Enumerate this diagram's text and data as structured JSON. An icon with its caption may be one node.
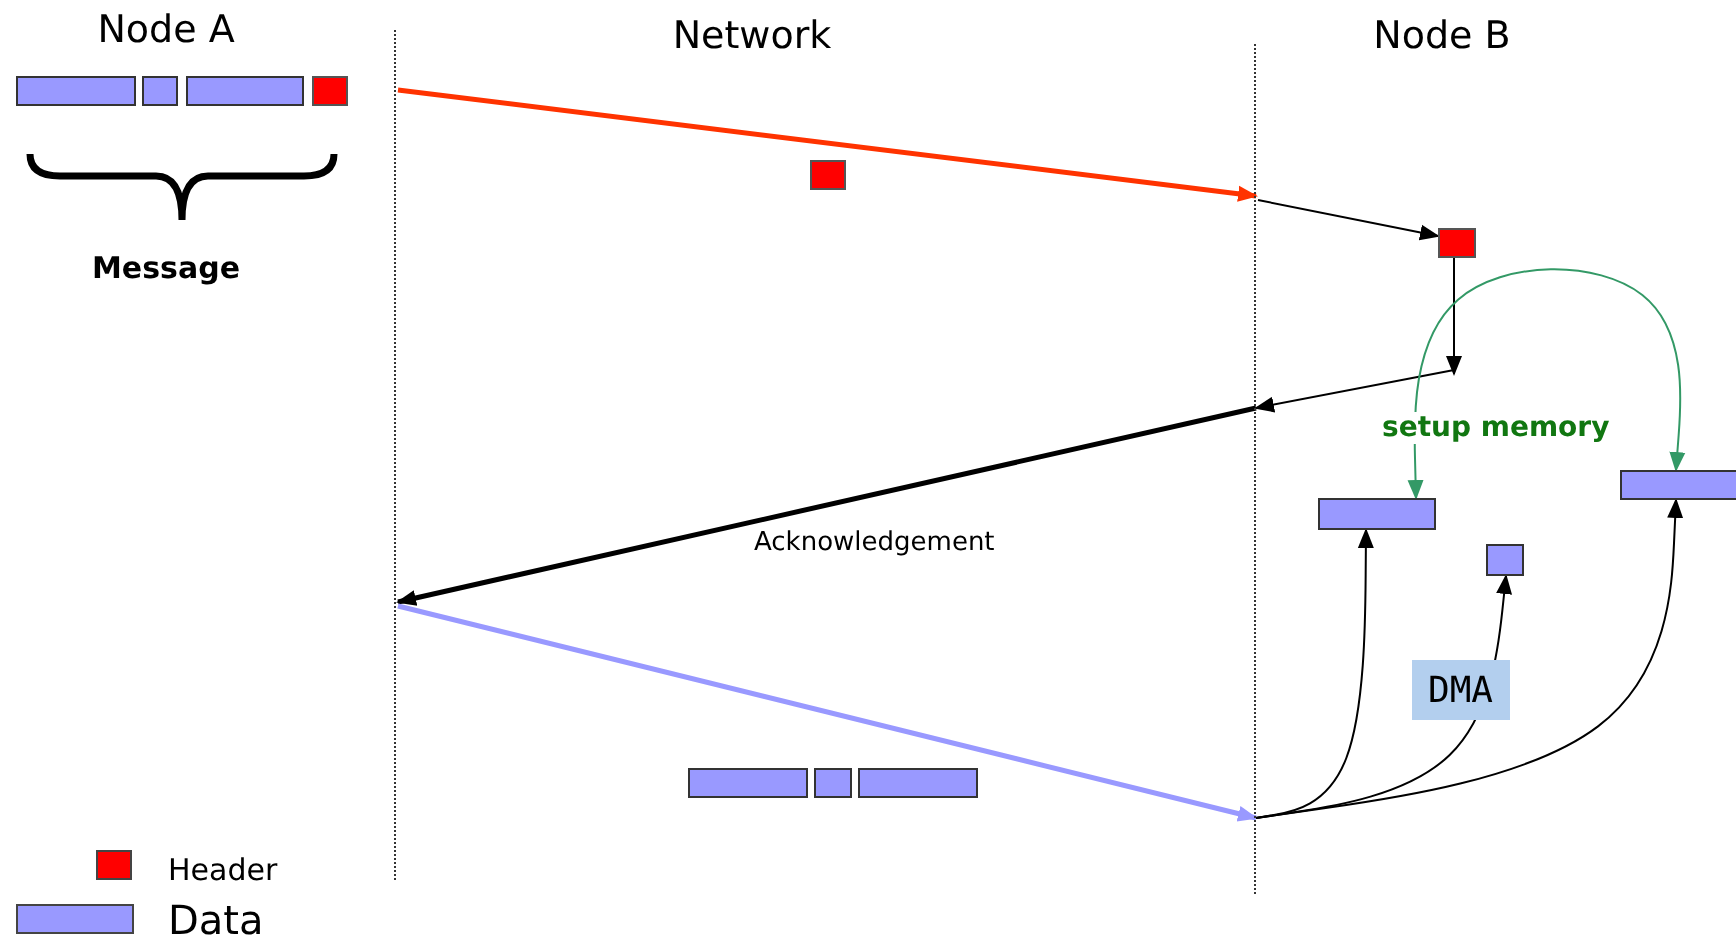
{
  "diagram": {
    "nodes": [
      {
        "text": [],
        "shape": "bar"
      },
      {
        "text": [],
        "shape": "bar"
      },
      {
        "text": [],
        "shape": "bar"
      },
      {
        "text": [],
        "shape": "box"
      },
      {
        "text": [],
        "shape": "line"
      },
      {
        "text": [],
        "shape": "box"
      },
      {
        "text": [],
        "shape": "line"
      },
      {
        "text": [],
        "shape": "box"
      },
      {
        "text": [],
        "shape": "bar"
      },
      {
        "text": [],
        "shape": "bar"
      },
      {
        "text": [],
        "shape": "bar"
      },
      {
        "text": [],
        "shape": "bar"
      },
      {
        "text": [],
        "shape": "bar"
      },
      {
        "text": [],
        "shape": "bar"
      }
    ],
    "edges": [
      {
        "from": 4,
        "to": 6,
        "arrow": "to",
        "style": "thick",
        "color": "#ff3300"
      },
      {
        "from": 6,
        "to": 7,
        "arrow": "to"
      },
      {
        "from": 7,
        "to": null,
        "arrow": "to"
      },
      {
        "from": null,
        "to": 6,
        "arrow": "to"
      },
      {
        "from": 6,
        "to": 4,
        "arrow": "to",
        "style": "thick",
        "label": "Acknowledgement"
      },
      {
        "from": 4,
        "to": 6,
        "arrow": "to",
        "style": "thick",
        "color": "#9999ff"
      },
      {
        "from": 8,
        "to": 10,
        "arrow": "both",
        "color": "#339966",
        "label": "setup memory"
      },
      {
        "from": 6,
        "to": 8,
        "arrow": "to"
      },
      {
        "from": 6,
        "to": 9,
        "arrow": "to",
        "label": "DMA"
      },
      {
        "from": 6,
        "to": 10,
        "arrow": "to"
      }
    ],
    "labels": [
      "Node A",
      "Network",
      "Node B",
      "Message"
    ],
    "legend": [
      {
        "text": "Header",
        "color": "#ff0000"
      },
      {
        "text": "Data",
        "color": "#9999ff"
      }
    ]
  }
}
